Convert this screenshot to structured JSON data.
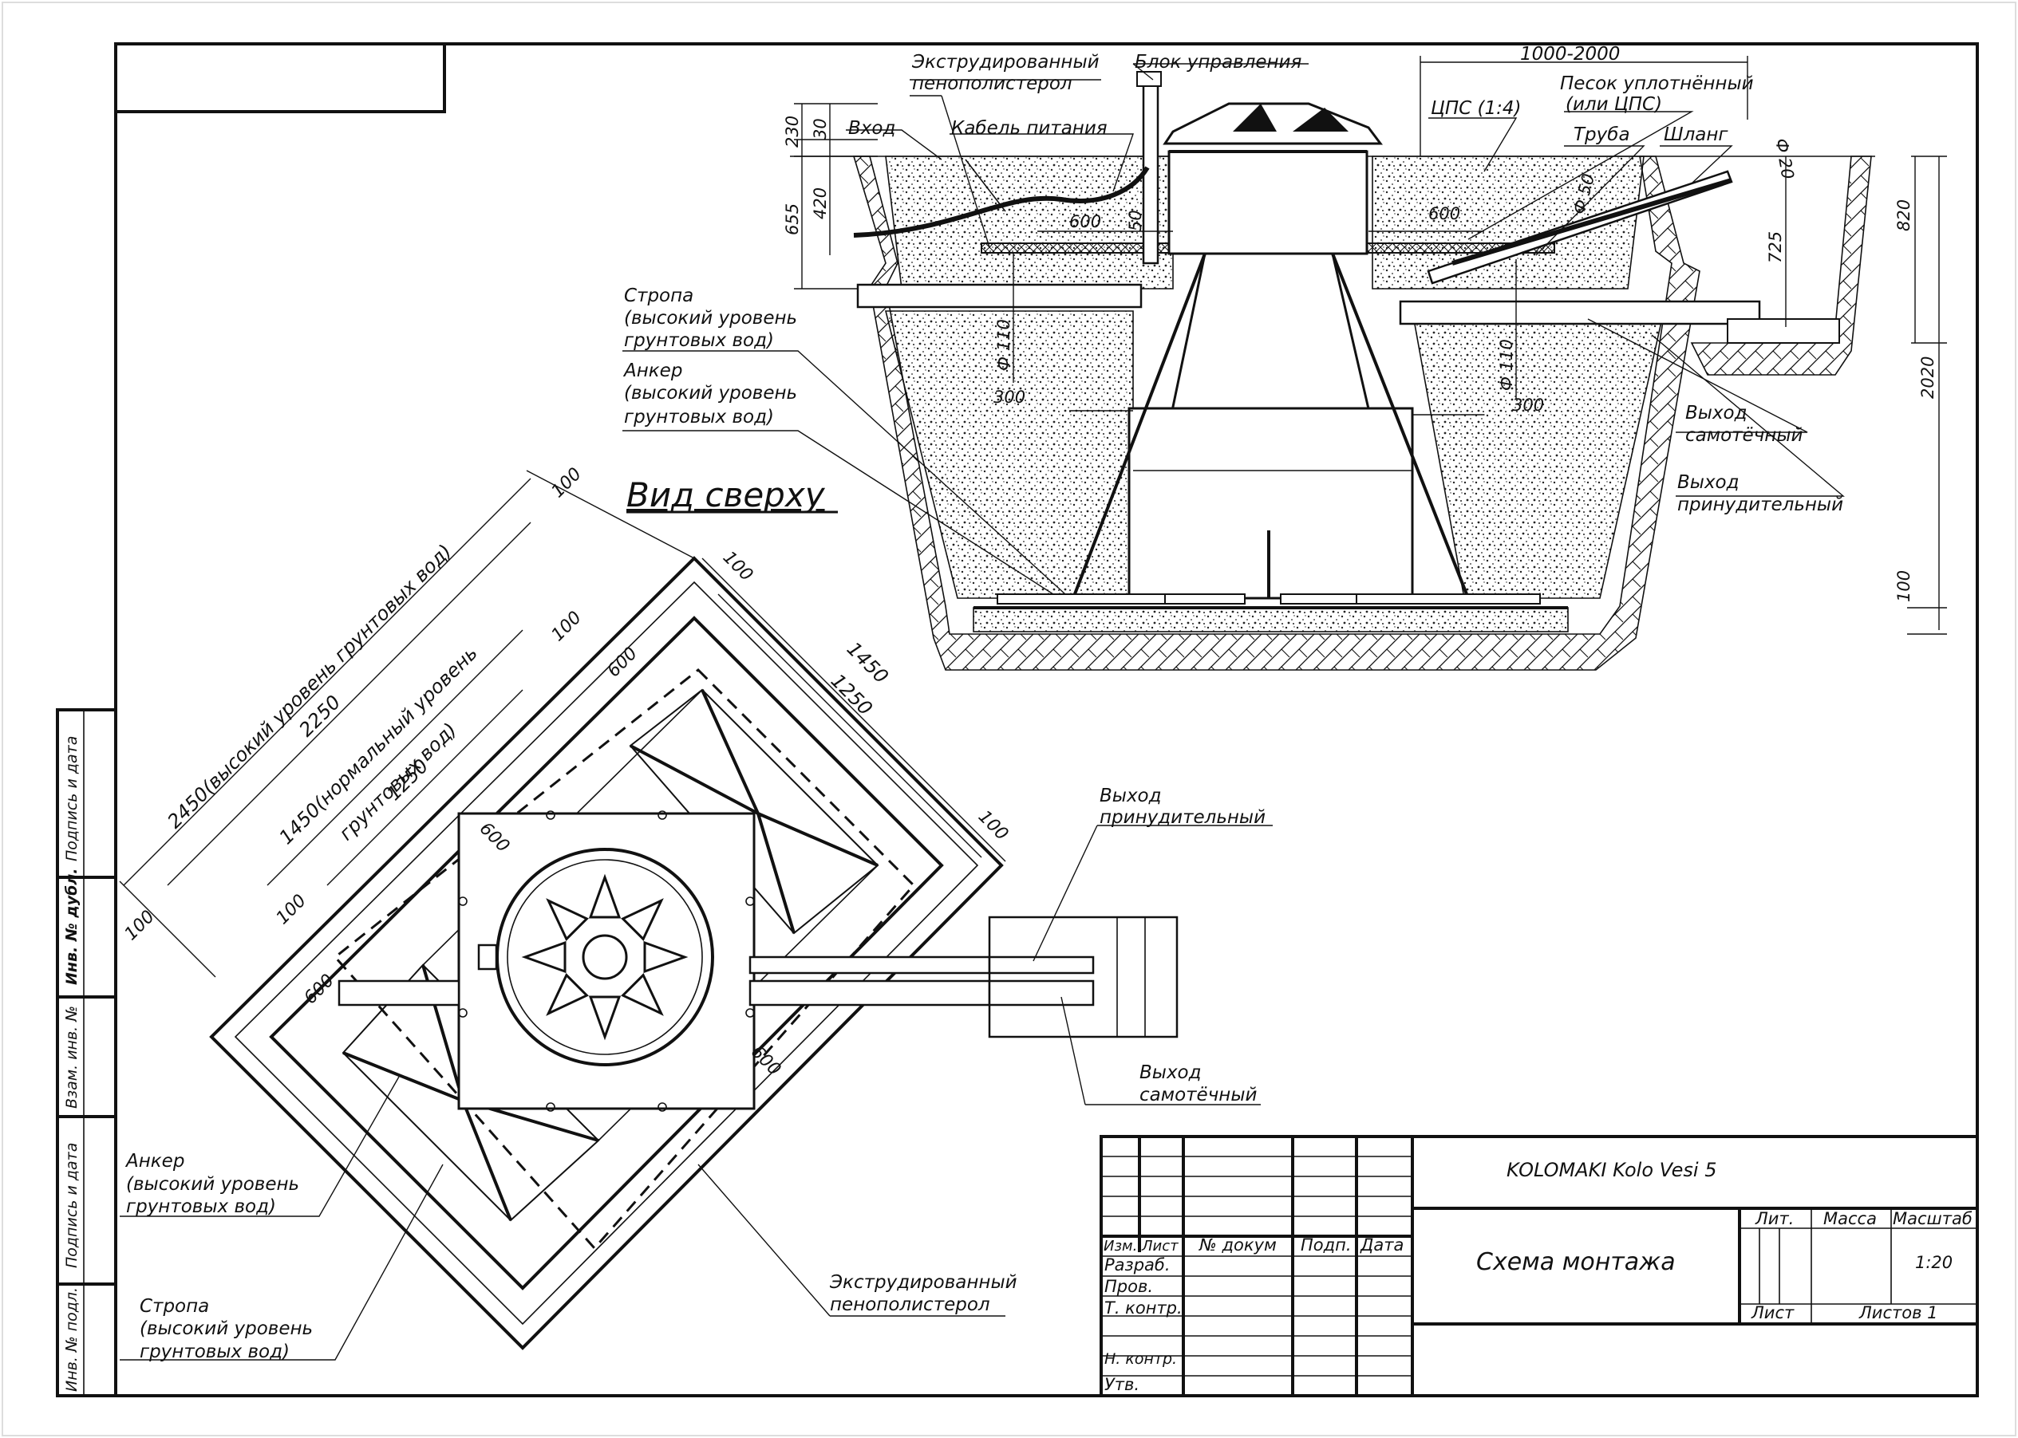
{
  "labels": {
    "extruded_foam_top": "Экструдированный",
    "extruded_foam_top_2": "пенополистерол",
    "control_unit": "Блок управления",
    "inlet": "Вход",
    "power_cable": "Кабель питания",
    "sling_1": "Стропа",
    "sling_2": "(высокий уровень",
    "sling_3": "грунтовых вод)",
    "anchor_1": "Анкер",
    "anchor_2": "(высокий уровень",
    "anchor_3": "грунтовых вод)",
    "cps": "ЦПС (1:4)",
    "sand_1": "Песок уплотнённый",
    "sand_2": "(или ЦПС)",
    "pipe": "Труба",
    "hose": "Шланг",
    "outlet_gravity_1": "Выход",
    "outlet_gravity_2": "самотёчный",
    "outlet_forced_1": "Выход",
    "outlet_forced_2": "принудительный",
    "top_view": "Вид сверху",
    "plan_outlet_forced_1": "Выход",
    "plan_outlet_forced_2": "принудительный",
    "plan_outlet_gravity_1": "Выход",
    "plan_outlet_gravity_2": "самотёчный",
    "plan_anchor_1": "Анкер",
    "plan_anchor_2": "(высокий уровень",
    "plan_anchor_3": "грунтовых вод)",
    "plan_sling_1": "Стропа",
    "plan_sling_2": "(высокий уровень",
    "plan_sling_3": "грунтовых вод)",
    "plan_foam_1": "Экструдированный",
    "plan_foam_2": "пенополистерол"
  },
  "dimensions": {
    "d1000_2000": "1000-2000",
    "d230": "230",
    "d30": "30",
    "d655": "655",
    "d420": "420",
    "d600_left": "600",
    "d50": "50",
    "d110_left": "Ф 110",
    "d300_left": "300",
    "d600_right": "600",
    "d50_right": "Ф 50",
    "d20": "Ф 20",
    "d725": "725",
    "d820": "820",
    "d2020": "2020",
    "d110_right": "Ф 110",
    "d300_right": "300",
    "d100_bottom": "100",
    "p2450": "2450(высокий уровень грунтовых вод)",
    "p2250": "2250",
    "p1450": "1450(нормальный уровень",
    "p1450b": "грунтовых вод)",
    "p1250": "1250",
    "p100a": "100",
    "p100b": "100",
    "p100c": "100",
    "p100d": "100",
    "p100e": "100",
    "p100f": "100",
    "p600a": "600",
    "p600b": "600",
    "p600c": "600",
    "p600d": "600",
    "p1450r": "1450",
    "p1250r": "1250"
  },
  "side_stamp": {
    "c1": "Подпись и дата",
    "c2": "Инв. № дубл.",
    "c3": "Взам. инв. №",
    "c4": "Подпись и дата",
    "c5": "Инв. № подл."
  },
  "title_block": {
    "product": "KOLOMAKI Kolo Vesi 5",
    "title": "Схема монтажа",
    "h_izm": "Изм.",
    "h_list": "Лист",
    "h_doc": "№ докум",
    "h_sign": "Подп.",
    "h_date": "Дата",
    "r_razrab": "Разраб.",
    "r_prov": "Пров.",
    "r_tkontr": "Т. контр.",
    "r_nkontr": "Н. контр.",
    "r_utv": "Утв.",
    "lit": "Лит.",
    "mass": "Масса",
    "scale_label": "Масштаб",
    "scale": "1:20",
    "sheet": "Лист",
    "sheets": "Листов 1"
  }
}
